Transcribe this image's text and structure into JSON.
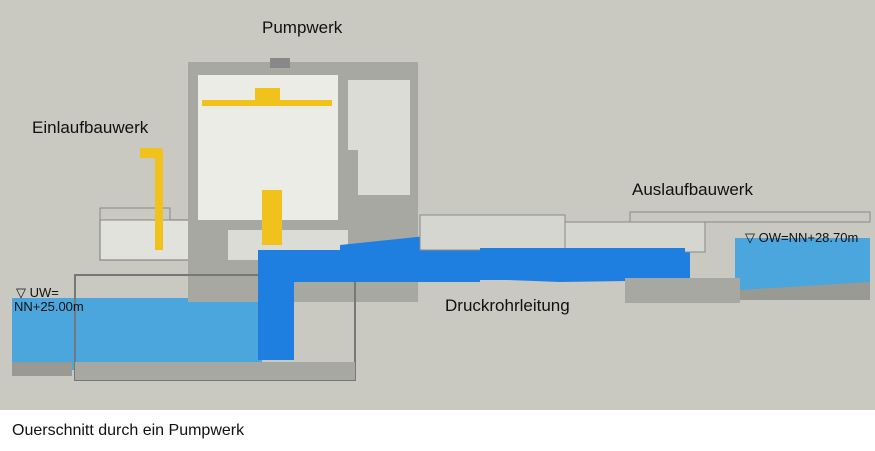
{
  "labels": {
    "pumpwerk": "Pumpwerk",
    "einlaufbauwerk": "Einlaufbauwerk",
    "auslaufbauwerk": "Auslaufbauwerk",
    "druckrohrleitung": "Druckrohrleitung",
    "uw_line1": "UW=",
    "uw_line2": "NN+25.00m",
    "ow": "OW=NN+28.70m"
  },
  "caption": "Ouerschnitt durch ein Pumpwerk",
  "colors": {
    "background": "#c9c9c1",
    "water": "#4aa6dc",
    "pipe": "#1e7fe0",
    "machine": "#f2c21c",
    "structure": "#b0b0aa"
  }
}
